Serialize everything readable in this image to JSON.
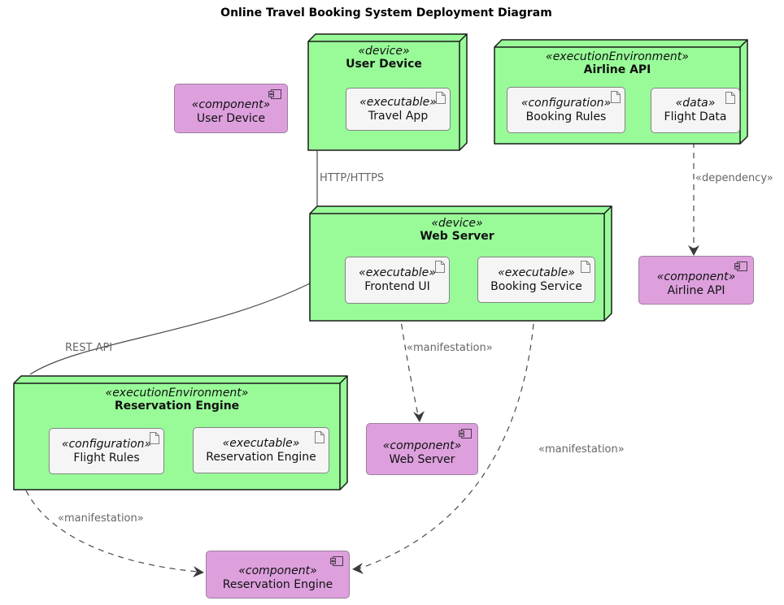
{
  "title": "Online Travel Booking System Deployment Diagram",
  "colors": {
    "node_fill": "#98FB98",
    "node_border": "#1a1a1a",
    "component_fill": "#DDA0DD",
    "component_border": "#9d7e9d",
    "artifact_fill": "#F5F5F5",
    "artifact_border": "#848484",
    "edge_color": "#4a4a4a",
    "edge_label_color": "#666666"
  },
  "nodes": {
    "user_device": {
      "stereotype": "«device»",
      "name": "User Device",
      "artifacts": [
        {
          "stereotype": "«executable»",
          "name": "Travel App"
        }
      ]
    },
    "airline_api": {
      "stereotype": "«executionEnvironment»",
      "name": "Airline API",
      "artifacts": [
        {
          "stereotype": "«configuration»",
          "name": "Booking Rules"
        },
        {
          "stereotype": "«data»",
          "name": "Flight Data"
        }
      ]
    },
    "web_server": {
      "stereotype": "«device»",
      "name": "Web Server",
      "artifacts": [
        {
          "stereotype": "«executable»",
          "name": "Frontend UI"
        },
        {
          "stereotype": "«executable»",
          "name": "Booking Service"
        }
      ]
    },
    "reservation_engine": {
      "stereotype": "«executionEnvironment»",
      "name": "Reservation Engine",
      "artifacts": [
        {
          "stereotype": "«configuration»",
          "name": "Flight Rules"
        },
        {
          "stereotype": "«executable»",
          "name": "Reservation Engine"
        }
      ]
    }
  },
  "components": {
    "user_device": {
      "stereotype": "«component»",
      "name": "User Device"
    },
    "airline_api": {
      "stereotype": "«component»",
      "name": "Airline API"
    },
    "web_server": {
      "stereotype": "«component»",
      "name": "Web Server"
    },
    "reservation_engine": {
      "stereotype": "«component»",
      "name": "Reservation Engine"
    }
  },
  "connections": [
    {
      "from": "User Device (device)",
      "to": "Web Server (device)",
      "label": "HTTP/HTTPS",
      "style": "solid",
      "arrow": "none"
    },
    {
      "from": "Flight Data",
      "to": "Airline API (component)",
      "label": "«dependency»",
      "style": "dashed",
      "arrow": "target"
    },
    {
      "from": "Frontend UI",
      "to": "Web Server (component)",
      "label": "«manifestation»",
      "style": "dashed",
      "arrow": "target"
    },
    {
      "from": "Booking Service",
      "to": "Reservation Engine (component)",
      "label": "«manifestation»",
      "style": "dashed",
      "arrow": "target"
    },
    {
      "from": "Reservation Engine (node)",
      "to": "Reservation Engine (component)",
      "label": "«manifestation»",
      "style": "dashed",
      "arrow": "target"
    },
    {
      "from": "Web Server (device)",
      "to": "Reservation Engine (node)",
      "label": "REST API",
      "style": "solid",
      "arrow": "none"
    }
  ]
}
